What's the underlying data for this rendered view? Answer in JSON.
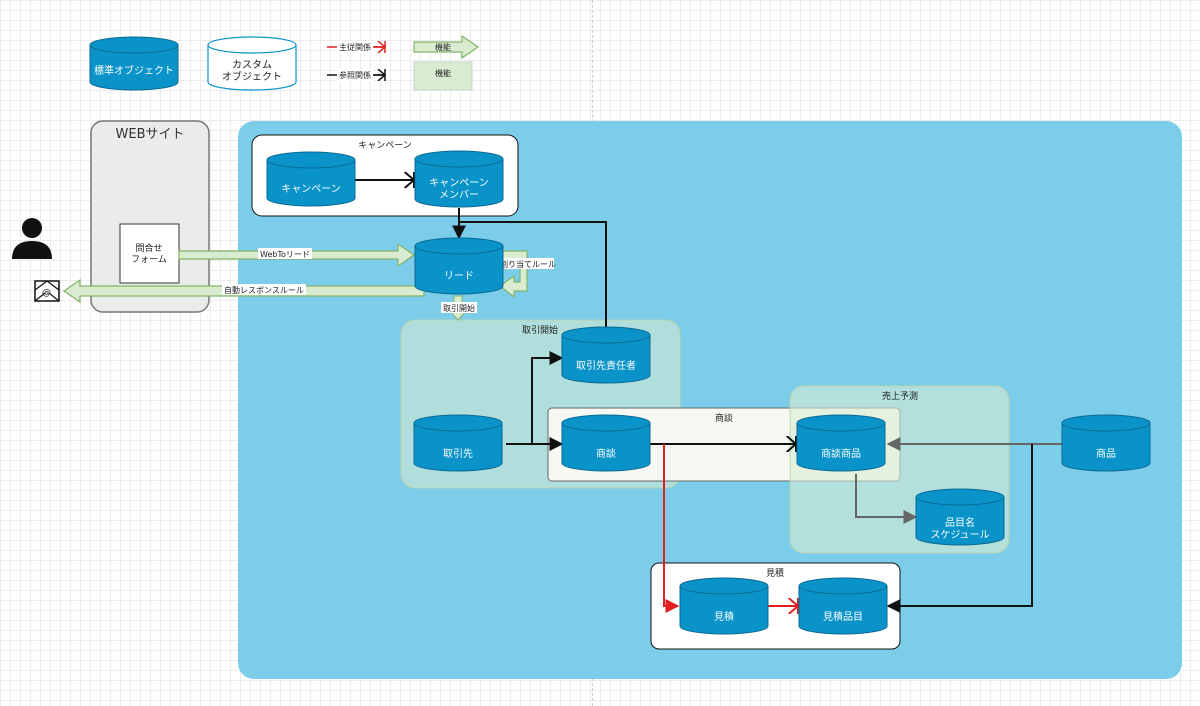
{
  "legend": {
    "standard_object": "標準オブジェクト",
    "custom_object_line1": "カスタム",
    "custom_object_line2": "オブジェクト",
    "master_detail": "主従関係",
    "lookup": "参照関係",
    "feature_arrow": "機能",
    "feature_box": "機能"
  },
  "website": {
    "title": "WEBサイト",
    "form_line1": "問合せ",
    "form_line2": "フォーム"
  },
  "campaign_group": {
    "title": "キャンペーン",
    "campaign": "キャンペーン",
    "member_line1": "キャンペーン",
    "member_line2": "メンバー"
  },
  "lead": {
    "label": "リード",
    "web_to_lead": "WebToリード",
    "auto_response": "自動レスポンスルール",
    "assignment_rule": "割り当てルール",
    "convert": "取引開始"
  },
  "conversion_group": {
    "title": "取引開始",
    "contact": "取引先責任者",
    "account": "取引先"
  },
  "opportunity_group": {
    "title": "商談",
    "opportunity": "商談"
  },
  "forecast_group": {
    "title": "売上予測",
    "opportunity_product": "商談商品",
    "schedule_line1": "品目名",
    "schedule_line2": "スケジュール"
  },
  "product": {
    "label": "商品"
  },
  "quote_group": {
    "title": "見積",
    "quote": "見積",
    "quote_line_item": "見積品目"
  },
  "colors": {
    "standard_fill": "#0a93c9",
    "area_fill": "#7ccdea",
    "feature_fill": "#d9ecd2",
    "feature_stroke": "#82b366",
    "master_detail": "#e02020",
    "lookup": "#111111"
  }
}
